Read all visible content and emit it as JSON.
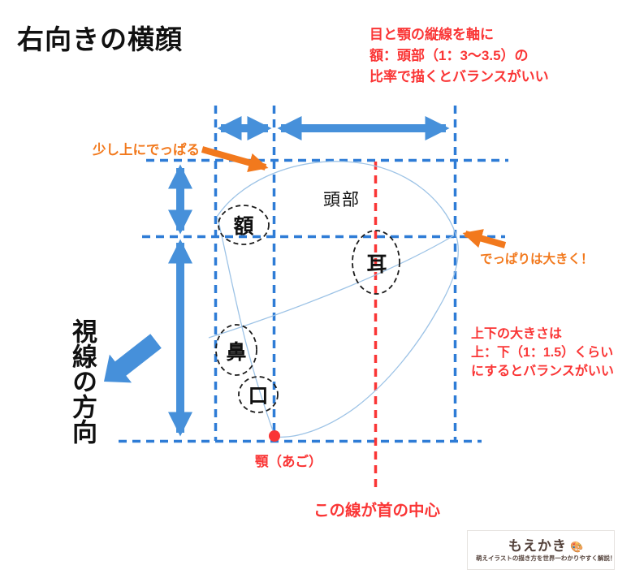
{
  "title": "右向きの横顔",
  "colors": {
    "blue": "#2E7CD6",
    "arrow_blue": "#4690DA",
    "light_blue": "#9DC3E6",
    "red": "#FA3535",
    "orange": "#F2791D",
    "ink": "#111111",
    "logo_brown": "#53413A"
  },
  "annotations": {
    "ratio_top": {
      "line1": "目と顎の縦線を軸に",
      "line2": "額：頭部（1：3〜3.5）の",
      "line3": "比率で描くとバランスがいい"
    },
    "bump_top": "少し上にでっぱる",
    "bump_right": "でっぱりは大きく！",
    "ratio_right": {
      "line1": "上下の大きさは",
      "line2": "上：下（1：1.5）くらい",
      "line3": "にするとバランスがいい"
    },
    "neck_center": "この線が首の中心",
    "gaze_direction": "視線の方向"
  },
  "labels": {
    "head": "頭部",
    "forehead": "額",
    "ear": "耳",
    "nose": "鼻",
    "mouth": "口",
    "chin": "顎（あご）"
  },
  "logo": {
    "name": "もえかき",
    "palette_icon": "🎨",
    "tagline": "萌えイラストの描き方を世界一わかりやすく解説！"
  }
}
